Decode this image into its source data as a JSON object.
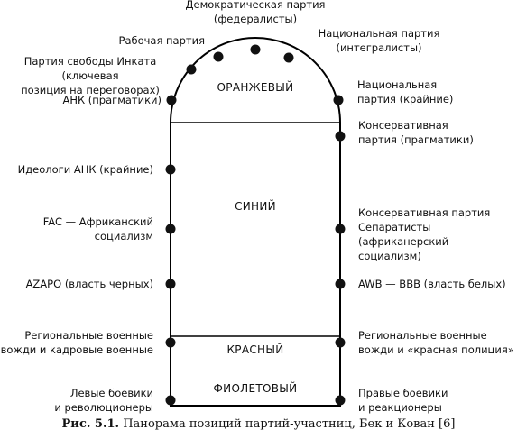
{
  "zones": {
    "orange": "ОРАНЖЕВЫЙ",
    "blue": "СИНИЙ",
    "red": "КРАСНЫЙ",
    "purple": "ФИОЛЕТОВЫЙ"
  },
  "arc_labels": {
    "anc_pragmatic": "АНК (прагматики)",
    "ifp": "Партия свободы Инката (ключевая\nпозиция на переговорах)",
    "workers": "Рабочая партия",
    "democratic": "Демократическая партия\n(федералисты)",
    "national_integr": "Национальная партия\n(интегралисты)",
    "national_extreme": "Национальная\nпартия (крайние)"
  },
  "left_labels": {
    "anc_ideologues": "Идеологи АНК (крайние)",
    "fac": "FAC — Африканский\nсоциализм",
    "azapo": "AZAPO (власть черных)",
    "regional_left": "Региональные военные\nвожди и кадровые военные",
    "left_militants": "Левые боевики\nи революционеры"
  },
  "right_labels": {
    "conservative_pragmatic": "Консервативная\nпартия (прагматики)",
    "conservative_separatists": "Консервативная партия\nСепаратисты (африканерский\nсоциализм)",
    "awb": "AWB — ВВВ (власть белых)",
    "regional_right": "Региональные военные\nвожди и «красная полиция»",
    "right_militants": "Правые боевики\nи реакционеры"
  },
  "caption": {
    "prefix": "Рис. 5.1.",
    "text": "Панорама позиций партий-участниц, Бек и Кован [6]"
  }
}
